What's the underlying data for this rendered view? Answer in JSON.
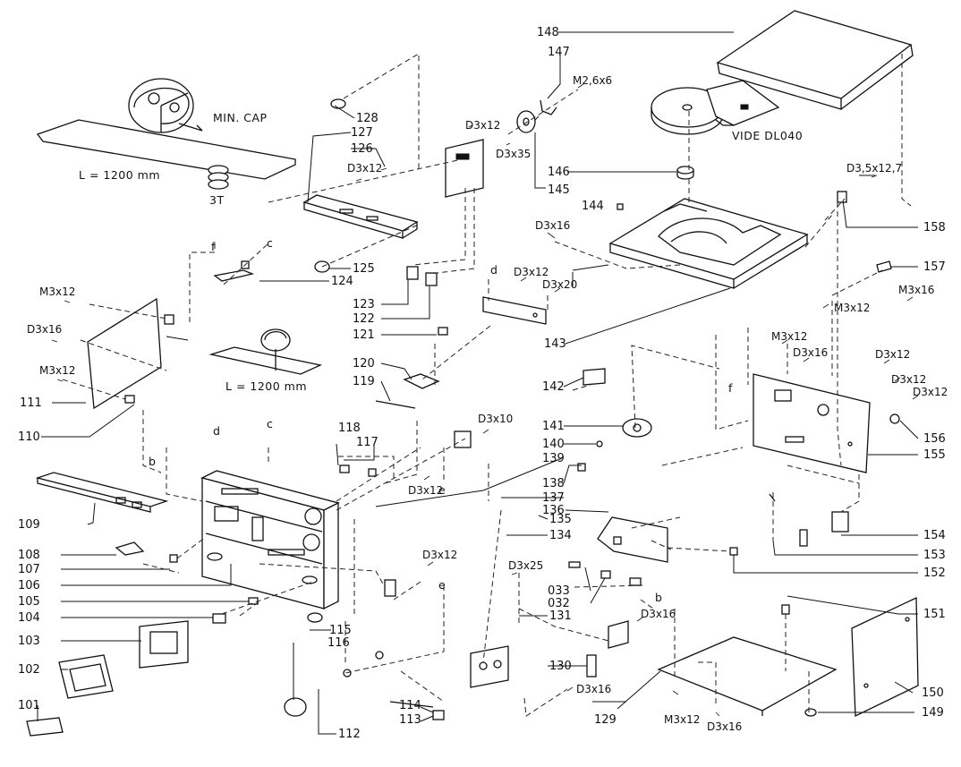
{
  "callouts": {
    "n101": "101",
    "n102": "102",
    "n103": "103",
    "n104": "104",
    "n105": "105",
    "n106": "106",
    "n107": "107",
    "n108": "108",
    "n109": "109",
    "n110": "110",
    "n111": "111",
    "n112": "112",
    "n113": "113",
    "n114": "114",
    "n115": "115",
    "n116": "116",
    "n117": "117",
    "n118": "118",
    "n119": "119",
    "n120": "120",
    "n121": "121",
    "n122": "122",
    "n123": "123",
    "n124": "124",
    "n125": "125",
    "n126": "126",
    "n127": "127",
    "n128": "128",
    "n129": "129",
    "n130": "130",
    "n131": "131",
    "n134": "134",
    "n135": "135",
    "n136": "136",
    "n137": "137",
    "n138": "138",
    "n139": "139",
    "n140": "140",
    "n141": "141",
    "n142": "142",
    "n143": "143",
    "n144": "144",
    "n145": "145",
    "n146": "146",
    "n147": "147",
    "n148": "148",
    "n149": "149",
    "n150": "150",
    "n151": "151",
    "n152": "152",
    "n153": "153",
    "n154": "154",
    "n155": "155",
    "n156": "156",
    "n157": "157",
    "n158": "158",
    "n032": "032",
    "n033": "033"
  },
  "screws": {
    "d3x12": "D3x12",
    "d3x16": "D3x16",
    "d3x35": "D3x35",
    "d3x20": "D3x20",
    "d3x10": "D3x10",
    "d3x25": "D3x25",
    "m3x12": "M3x12",
    "m3x16": "M3x16",
    "m26x6": "M2,6x6",
    "d35x127": "D3,5x12,7"
  },
  "notes": {
    "min_cap": "MIN. CAP",
    "belt_len_1": "L = 1200 mm",
    "belt_len_2": "L = 1200 mm",
    "turns": "3T",
    "vide": "VIDE DL040"
  },
  "letters": {
    "b": "b",
    "c": "c",
    "d": "d",
    "e": "e",
    "f": "f"
  }
}
